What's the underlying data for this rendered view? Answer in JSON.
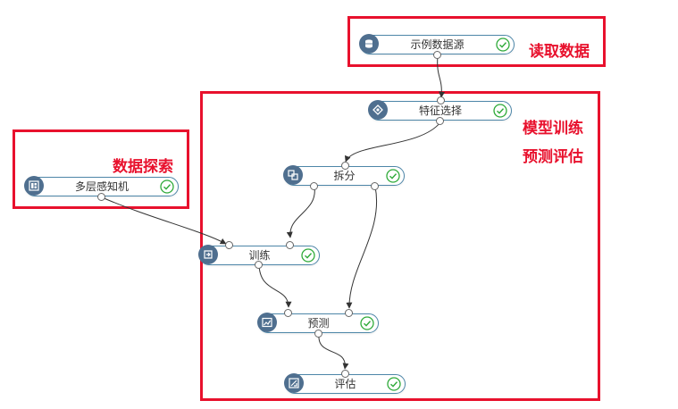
{
  "colors": {
    "highlight": "#e8112d",
    "node_border": "#4d86a8",
    "icon_bg": "#4f6f8f",
    "status_ok": "#2faa3a"
  },
  "annotations": {
    "read_data": "读取数据",
    "explore_data": "数据探索",
    "model_train": "模型训练",
    "predict_eval": "预测评估"
  },
  "nodes": {
    "sample_source": {
      "label": "示例数据源",
      "icon": "database-icon",
      "status": "success-check-icon"
    },
    "feature_select": {
      "label": "特征选择",
      "icon": "feature-select-icon",
      "status": "success-check-icon"
    },
    "split": {
      "label": "拆分",
      "icon": "split-icon",
      "status": "success-check-icon"
    },
    "mlp": {
      "label": "多层感知机",
      "icon": "model-icon",
      "status": "success-check-icon"
    },
    "train": {
      "label": "训练",
      "icon": "train-icon",
      "status": "success-check-icon"
    },
    "predict": {
      "label": "预测",
      "icon": "predict-icon",
      "status": "success-check-icon"
    },
    "evaluate": {
      "label": "评估",
      "icon": "evaluate-icon",
      "status": "success-check-icon"
    }
  },
  "edges": [
    {
      "from": "sample_source",
      "to": "feature_select"
    },
    {
      "from": "feature_select",
      "to": "split"
    },
    {
      "from": "split",
      "to": "train"
    },
    {
      "from": "split",
      "to": "predict"
    },
    {
      "from": "mlp",
      "to": "train"
    },
    {
      "from": "train",
      "to": "predict"
    },
    {
      "from": "predict",
      "to": "evaluate"
    }
  ]
}
